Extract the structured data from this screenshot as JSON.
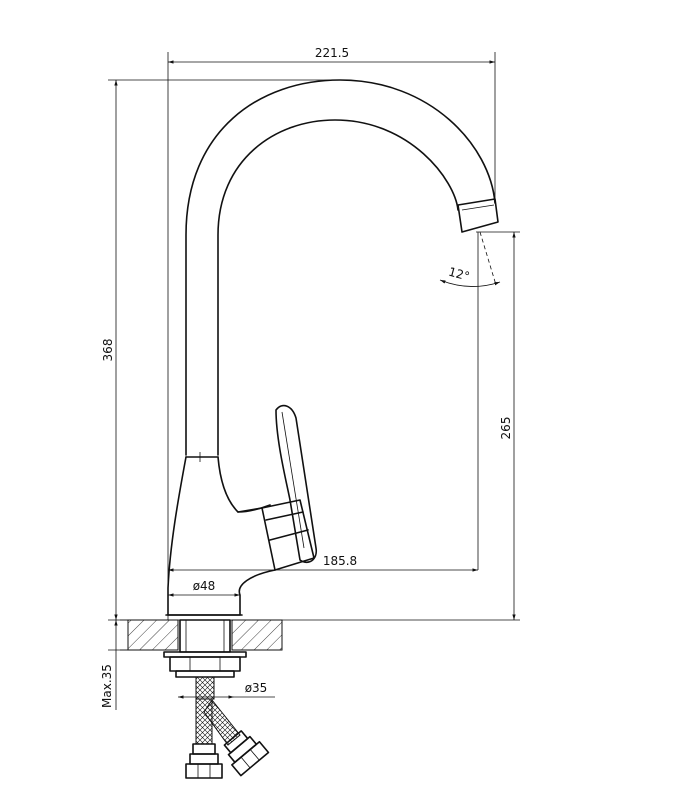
{
  "diagram": {
    "dimensions": {
      "top_width": "221.5",
      "total_height": "368",
      "spout_height": "265",
      "reach": "185.8",
      "base_diameter": "ø48",
      "shank_diameter": "ø35",
      "max_thickness": "Max.35",
      "spout_angle": "12°"
    },
    "colors": {
      "line": "#111111",
      "background": "#ffffff"
    }
  }
}
